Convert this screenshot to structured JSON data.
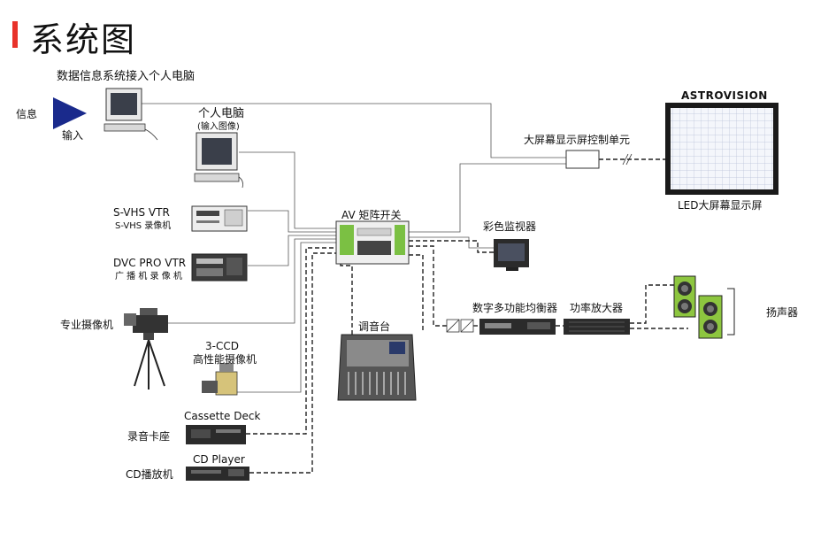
{
  "title": "系统图",
  "labels": {
    "info_system_pc": "数据信息系统接入个人电脑",
    "info": "信息",
    "input": "输入",
    "pc": "个人电脑",
    "pc_sub": "(输入图像)",
    "svhs_vtr": "S-VHS VTR",
    "svhs_vtr_cn": "S-VHS 录像机",
    "dvc_vtr": "DVC PRO VTR",
    "dvc_vtr_cn": "广 播 机 录 像 机",
    "pro_camera": "专业摄像机",
    "ccd3": "3-CCD",
    "ccd3_cn": "高性能摄像机",
    "cassette": "Cassette Deck",
    "cassette_cn": "录音卡座",
    "cd_player": "CD Player",
    "cd_player_cn": "CD播放机",
    "av_matrix": "AV 矩阵开关",
    "mixer": "调音台",
    "color_monitor": "彩色监视器",
    "screen_ctrl": "大屏幕显示屏控制单元",
    "astrovision": "ASTROVISION",
    "led_screen": "LED大屏幕显示屏",
    "dsp_eq": "数字多功能均衡器",
    "power_amp": "功率放大器",
    "speakers": "扬声器"
  },
  "colors": {
    "accent": "#e8322a",
    "line": "#444444",
    "speaker_green": "#8dc63f",
    "device_dark": "#2b2b2b"
  }
}
